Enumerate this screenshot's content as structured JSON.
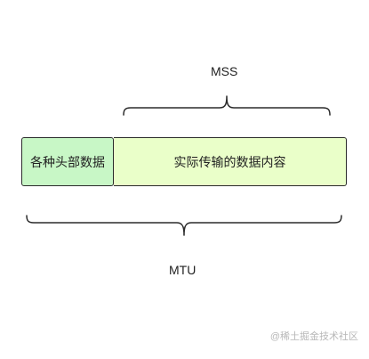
{
  "labels": {
    "mss": "MSS",
    "mtu": "MTU"
  },
  "blocks": {
    "header": "各种头部数据",
    "payload": "实际传输的数据内容"
  },
  "watermark": "@稀土掘金技术社区",
  "colors": {
    "header_fill": "#c8f7c6",
    "payload_fill": "#eaffc9",
    "stroke": "#2b2b2b"
  }
}
